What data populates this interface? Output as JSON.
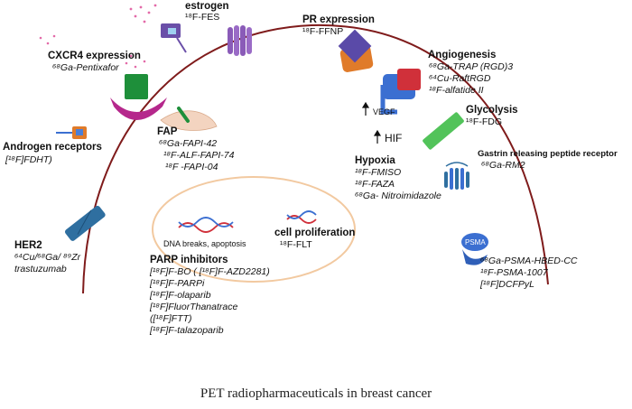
{
  "colors": {
    "arc": "#7f1b1b",
    "green": "#1e8f3a",
    "magenta": "#b5288c",
    "purple": "#6a4fa8",
    "orange": "#e07b2a",
    "blue": "#3b6fd1",
    "red": "#d0303a",
    "light_green": "#52c35a",
    "steel": "#2f6fa0",
    "circle": "#f2c9a0"
  },
  "estrogen": {
    "title": "estrogen",
    "tracer": "¹⁸F-FES"
  },
  "cxcr4": {
    "title": "CXCR4 expression",
    "tracer": "⁶⁸Ga-Pentixafor"
  },
  "androgen": {
    "title": "Androgen receptors",
    "tracer": "[¹⁸F]FDHT)"
  },
  "fap": {
    "title": "FAP",
    "tracers": [
      "⁶⁸Ga-FAPI-42",
      "¹⁸F-ALF-FAPI-74",
      "¹⁸F -FAPI-04"
    ]
  },
  "her2": {
    "title": "HER2",
    "tracers": [
      "⁶⁴Cu/⁶⁸Ga/ ⁸⁹Zr",
      "trastuzumab"
    ]
  },
  "pr": {
    "title": "PR expression",
    "tracer": "¹⁸F-FFNP"
  },
  "angiogenesis": {
    "title": "Angiogenesis",
    "tracers": [
      "⁶⁸Ga-TRAP (RGD)3",
      "⁶⁴Cu-RaftRGD",
      "¹⁸F-alfatide II"
    ]
  },
  "vegf": {
    "label": "VEGF"
  },
  "hif": {
    "label": "HIF"
  },
  "glycolysis": {
    "title": "Glycolysis",
    "tracer": "¹⁸F-FDG"
  },
  "hypoxia": {
    "title": "Hypoxia",
    "tracers": [
      "¹⁸F-FMISO",
      "¹⁸F-FAZA",
      "⁶⁸Ga- Nitroimidazole"
    ]
  },
  "grp": {
    "title": "Gastrin releasing peptide receptor",
    "tracer": "⁶⁸Ga-RM2"
  },
  "psma": {
    "badge": "PSMA",
    "tracers": [
      "⁶⁸Ga-PSMA-HBED-CC",
      "¹⁸F-PSMA-1007",
      "[¹⁸F]DCFPyL"
    ]
  },
  "dna": {
    "label": "DNA breaks, apoptosis"
  },
  "proliferation": {
    "title": "cell proliferation",
    "tracer": "¹⁸F-FLT"
  },
  "parp": {
    "title": "PARP inhibitors",
    "tracers": [
      "[¹⁸F]F-BO ( [¹⁸F]F-AZD2281)",
      "[¹⁸F]F-PARPi",
      "[¹⁸F]F-olaparib",
      "[¹⁸F]FluorThanatrace",
      "([¹⁸F]FTT)",
      "[¹⁸F]F-talazoparib"
    ]
  },
  "caption": "PET radiopharmaceuticals in breast cancer"
}
